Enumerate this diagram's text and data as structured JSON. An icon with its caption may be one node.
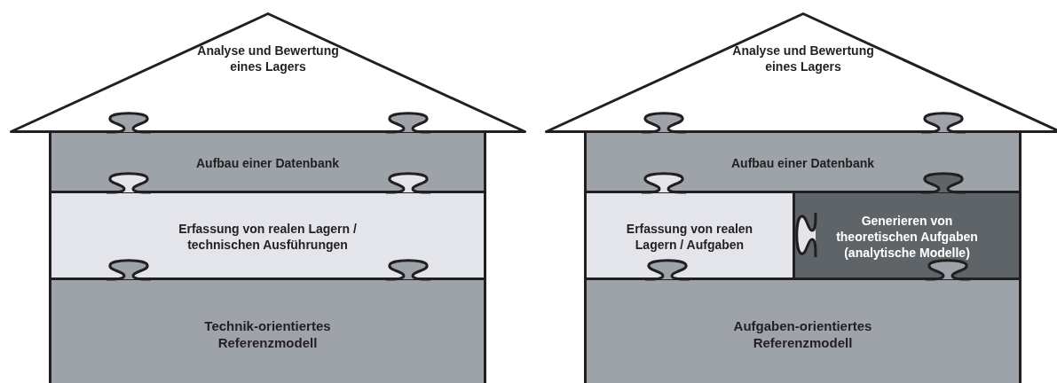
{
  "diagram": {
    "nodes": [
      {
        "text": [
          "Analyse und Bewertung eines Lagers"
        ]
      },
      {
        "text": [
          "Aufbau einer Datenbank"
        ]
      },
      {
        "text": [
          "Erfassung von realen Lagern / technischen Ausführungen"
        ]
      },
      {
        "text": [
          "**Technik**-orientiertes Referenzmodell"
        ]
      },
      {
        "text": [
          "Analyse und Bewertung eines Lagers"
        ]
      },
      {
        "text": [
          "Aufbau einer Datenbank"
        ]
      },
      {
        "text": [
          "Erfassung von realen Lagern / Aufgaben"
        ]
      },
      {
        "text": [
          "Generieren von theoretischen Aufgaben (analytische Modelle)"
        ]
      },
      {
        "text": [
          "**Aufgaben**-orientiertes Referenzmodell"
        ]
      }
    ]
  }
}
